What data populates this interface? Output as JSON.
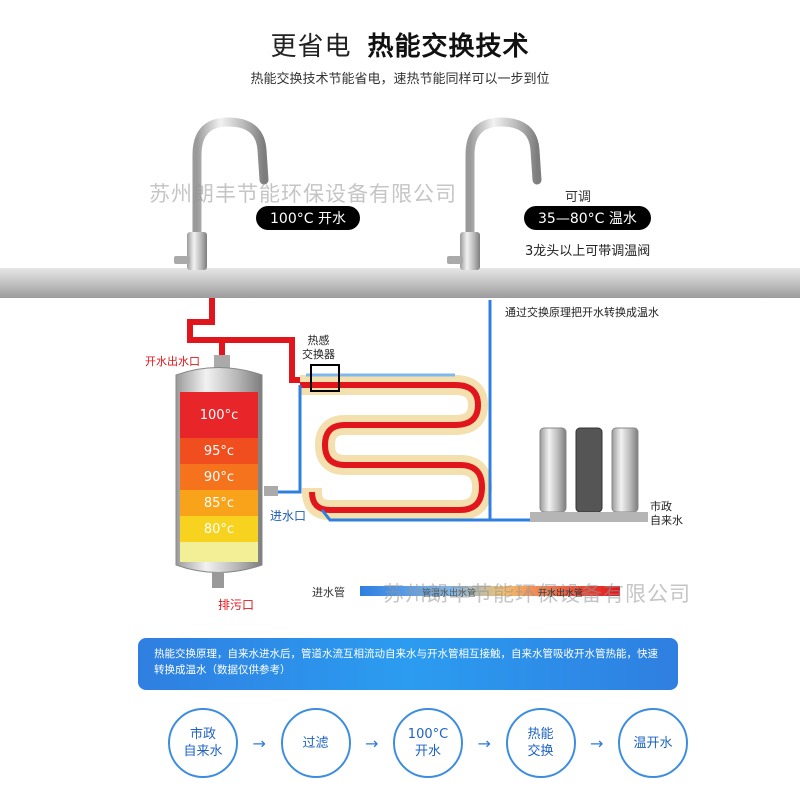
{
  "header": {
    "title_light": "更省电",
    "title_bold": "热能交换技术",
    "subtitle": "热能交换技术节能省电，速热节能同样可以一步到位"
  },
  "watermark": {
    "text": "苏州朗丰节能环保设备有限公司"
  },
  "faucets": {
    "left_pill": "100°C 开水",
    "right_top": "可调",
    "right_pill": "35—80°C 温水",
    "right_note": "3龙头以上可带调温阀"
  },
  "labels": {
    "transfer_note": "通过交换原理把开水转换成温水",
    "exchanger": "热感\n交换器",
    "hot_outlet": "开水出水口",
    "inlet": "进水口",
    "drain": "排污口",
    "municipal": "市政\n自来水"
  },
  "tank_levels": [
    {
      "temp": "100°c",
      "color": "#e8262a"
    },
    {
      "temp": "95°c",
      "color": "#f04e1f"
    },
    {
      "temp": "90°c",
      "color": "#f5731c"
    },
    {
      "temp": "85°c",
      "color": "#f9a31b"
    },
    {
      "temp": "80°c",
      "color": "#f7d21e"
    }
  ],
  "legend": {
    "inlet_pipe": "进水管",
    "mid_pipe": "管温水出水管",
    "hot_pipe": "开水出水管"
  },
  "info": {
    "text": "热能交换原理，自来水进水后，管道水流互相流动自来水与开水管相互接触，自来水管吸收开水管热能，快速转换成温水（数据仅供参考）"
  },
  "steps": [
    {
      "label": "市政\n自来水"
    },
    {
      "label": "过滤"
    },
    {
      "label": "100°C\n开水"
    },
    {
      "label": "热能\n交换"
    },
    {
      "label": "温开水"
    }
  ],
  "colors": {
    "hot": "#e0161c",
    "cold": "#2f7fe0",
    "counter": "#c9c9c9"
  }
}
